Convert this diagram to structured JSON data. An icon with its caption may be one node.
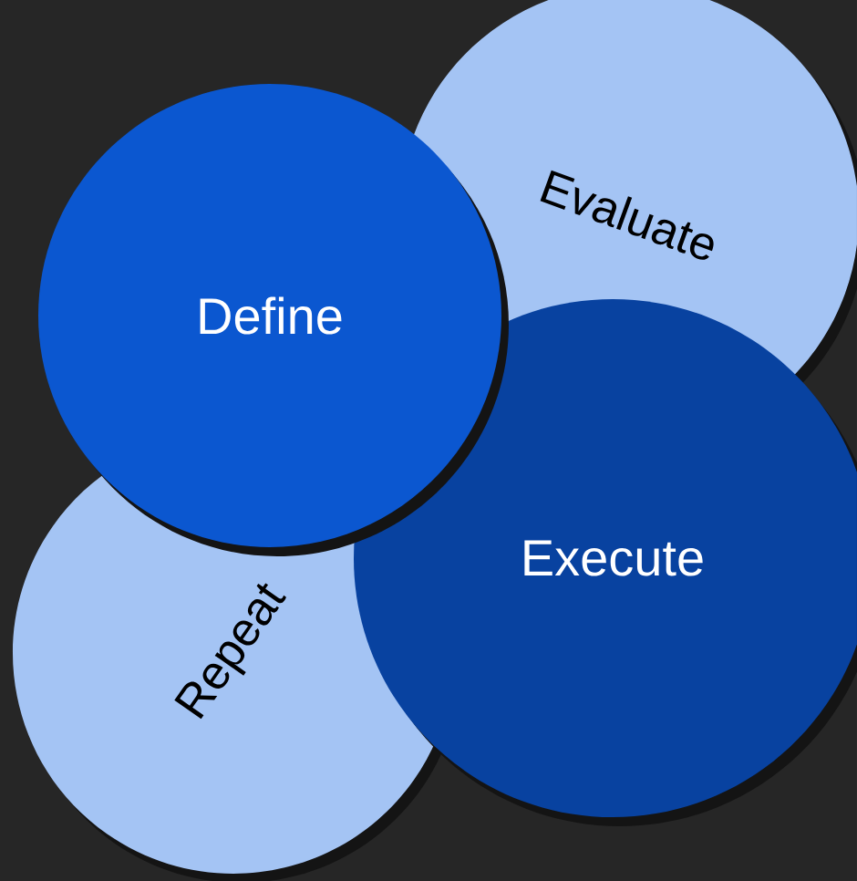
{
  "diagram": {
    "nodes": [
      {
        "text": [
          "Define"
        ]
      },
      {
        "text": [
          "Evaluate"
        ]
      },
      {
        "text": [
          "Execute"
        ]
      },
      {
        "text": [
          "Repeat"
        ]
      }
    ]
  }
}
